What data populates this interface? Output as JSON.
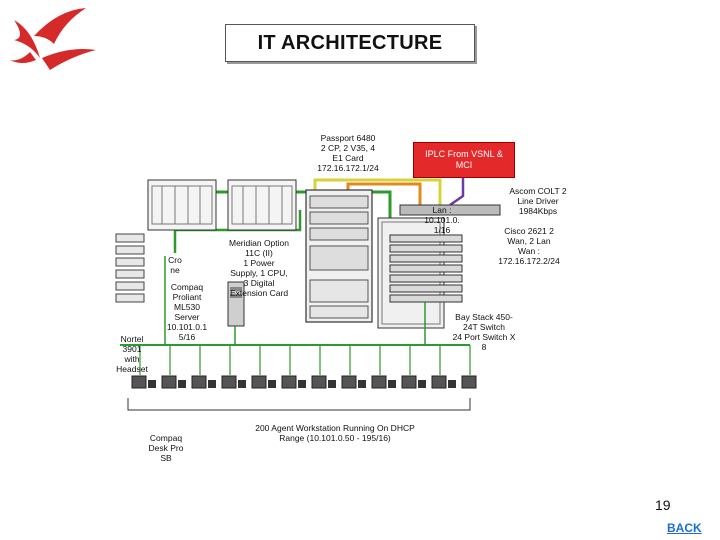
{
  "title": "IT ARCHITECTURE",
  "labels": {
    "passport": "Passport 6480\n2 CP, 2 V35, 4\nE1 Card\n172.16.172.1/24",
    "iplc": "IPLC From VSNL &\nMCI",
    "ascom": "Ascom COLT 2\nLine Driver\n1984Kbps",
    "lan": "Lan :\n10.101.0.\n1/16",
    "cisco": "Cisco 2621    2\nWan, 2 Lan\nWan :\n172.16.172.2/24",
    "meridian": "Meridian Option\n11C (II)\n1 Power\nSupply, 1 CPU,\n3 Digital\nExtension Card",
    "cro": "Cro\nne",
    "compaq_server": "Compaq\nProliant\nML530\nServer\n10.101.0.1\n5/16",
    "nortel": "Nortel\n3901\nwith\nHeadset",
    "baystack": "Bay Stack 450-\n24T Switch\n24 Port Switch X\n8",
    "compaq_desk": "Compaq\nDesk Pro\nSB",
    "workstations": "200 Agent Workstation Running On DHCP\nRange (10.101.0.50 - 195/16)"
  },
  "page_number": "19",
  "back_label": "BACK",
  "colors": {
    "logo": "#d62a2a",
    "iplc_box": "#e32929",
    "link_green": "#2d9a2d",
    "link_yellow": "#d8d23a",
    "link_orange": "#e08a1e",
    "link_purple": "#6a3aa8",
    "link_blue": "#2a4bd6",
    "back_link": "#1a6fd1"
  },
  "icons": {
    "logo": "bird-logo-icon",
    "workstation": "computer-workstation-icon",
    "phone": "ip-phone-icon",
    "server": "server-tower-icon",
    "rack": "equipment-rack-icon"
  }
}
